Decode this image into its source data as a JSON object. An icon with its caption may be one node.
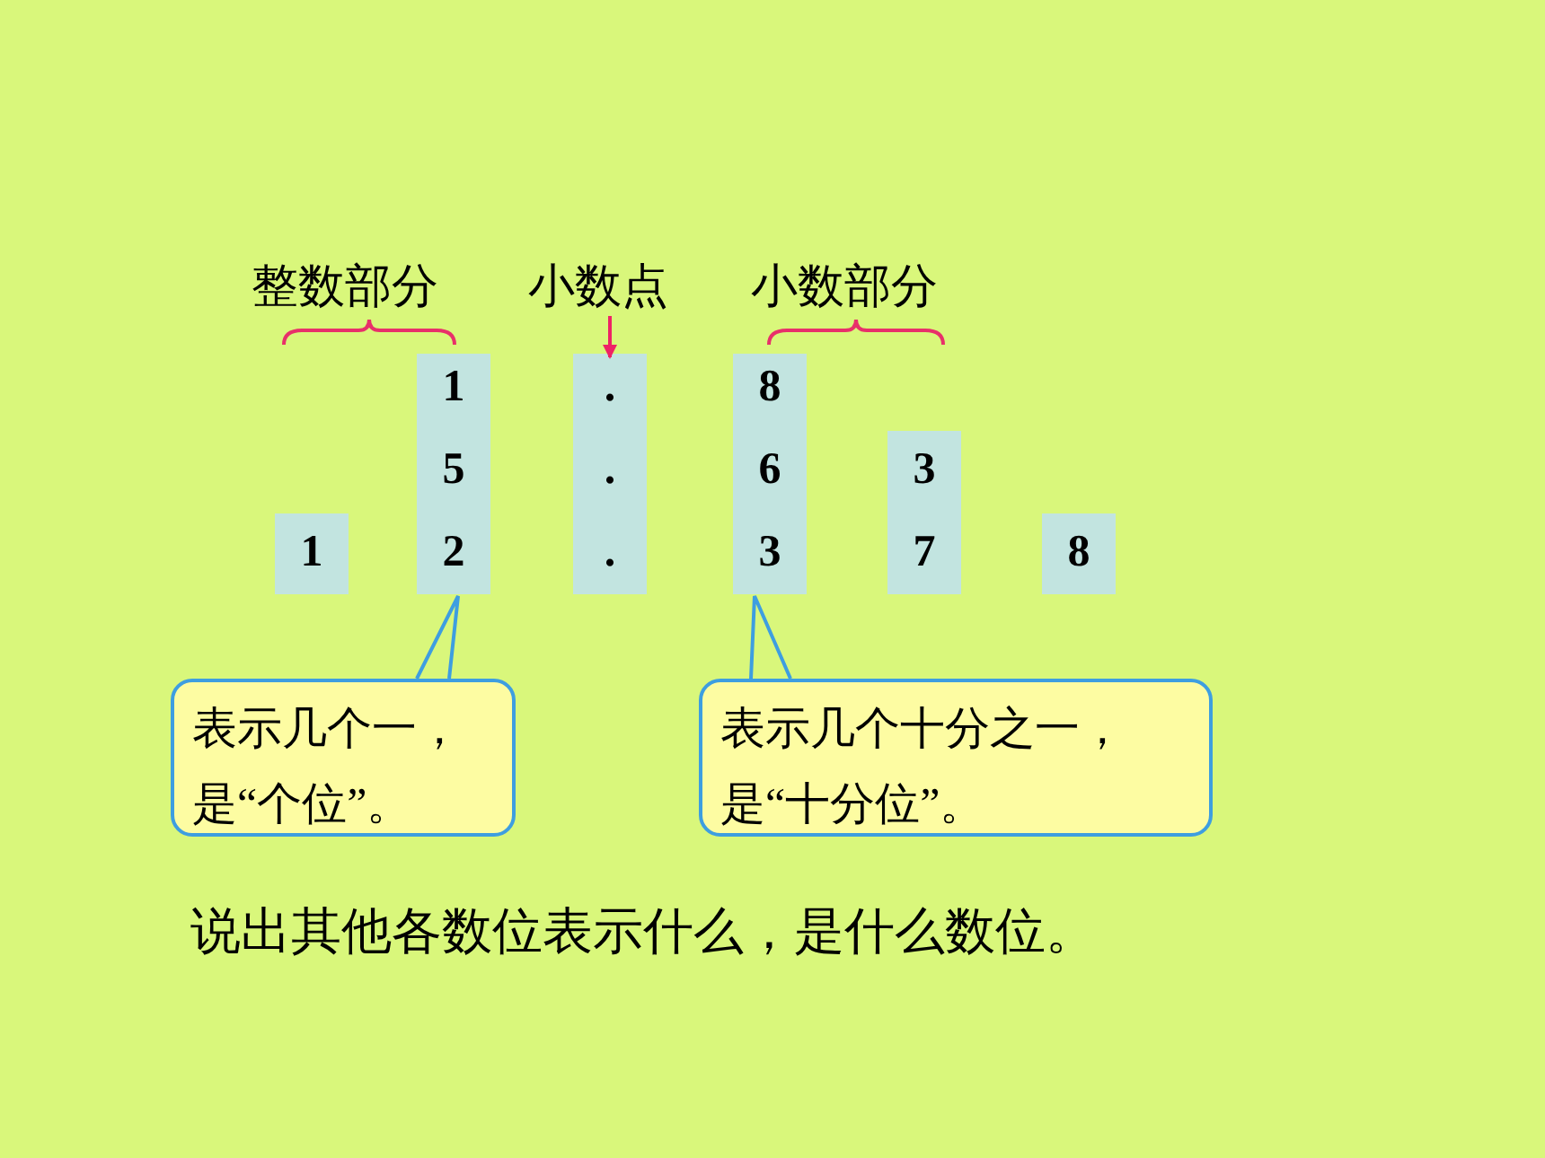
{
  "diagram": {
    "nodes": [
      {
        "text": [
          "1"
        ]
      },
      {
        "text": [
          "1",
          "5",
          "2"
        ]
      },
      {
        "text": [
          ".",
          ".",
          "."
        ]
      },
      {
        "text": [
          "8",
          "6",
          "3"
        ]
      },
      {
        "text": [
          "3",
          "7"
        ]
      },
      {
        "text": [
          "8"
        ]
      },
      {
        "text": [
          "小数点"
        ]
      },
      {
        "text": [
          "表示几个一，是“个位”。"
        ]
      },
      {
        "text": [
          "表示几个十分之一，是“十分位”。"
        ]
      }
    ],
    "edges": [
      {
        "from": 6,
        "to": 2,
        "arrow": "to",
        "color": "#ee2266"
      },
      {
        "from": 7,
        "to": 1,
        "arrow": "none"
      },
      {
        "from": 8,
        "to": 3,
        "arrow": "none"
      }
    ],
    "labels": [
      "整数部分",
      "小数部分",
      "说出其他各数位表示什么，是什么数位。"
    ]
  }
}
